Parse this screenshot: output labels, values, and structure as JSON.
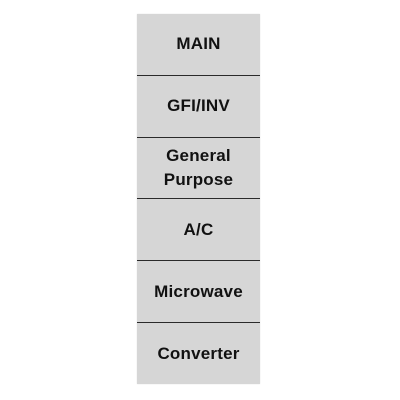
{
  "panel_labels": [
    {
      "text": "MAIN"
    },
    {
      "text": "GFI/INV"
    },
    {
      "text": "General\nPurpose"
    },
    {
      "text": "A/C"
    },
    {
      "text": "Microwave"
    },
    {
      "text": "Converter"
    }
  ],
  "colors": {
    "strip": "#d6d6d6",
    "divider": "#2a2a2a",
    "text": "#111111",
    "background": "#ffffff"
  }
}
